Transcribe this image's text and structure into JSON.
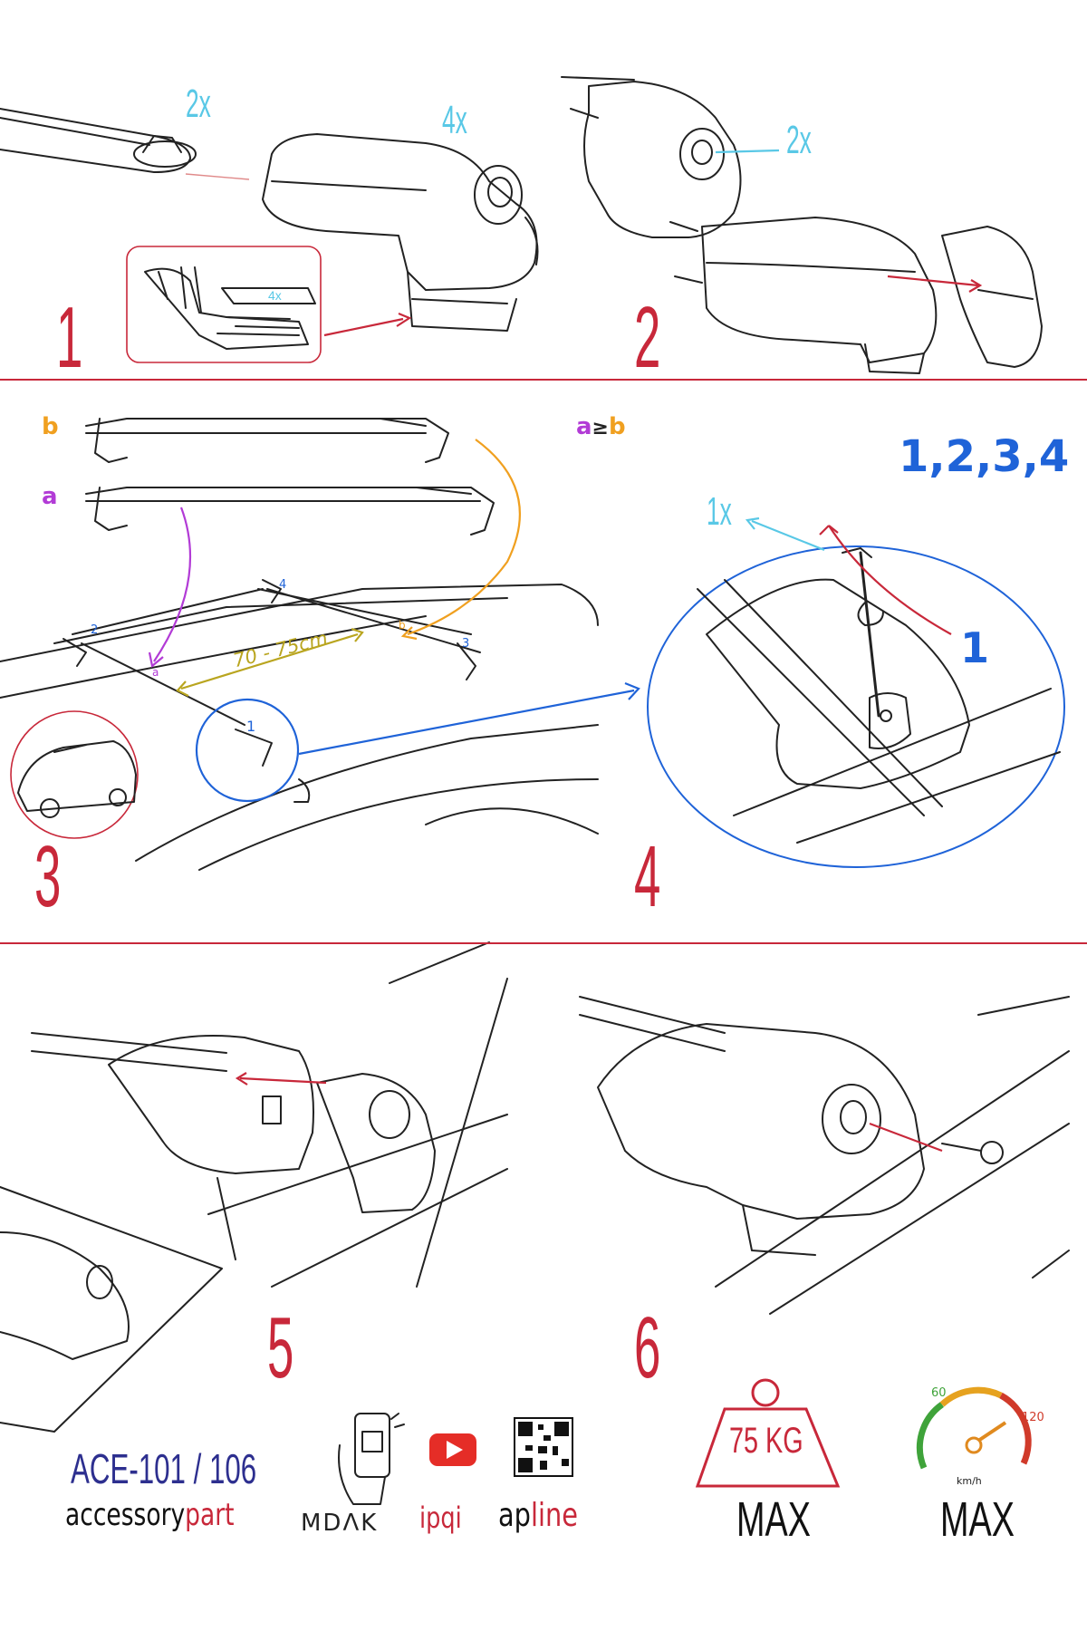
{
  "steps": {
    "s1": "1",
    "s2": "2",
    "s3": "3",
    "s4": "4",
    "s5": "5",
    "s6": "6"
  },
  "step1": {
    "bar_qty": "2x",
    "foot_qty": "4x",
    "pad_qty": "4x"
  },
  "step2": {
    "part_qty": "2x"
  },
  "step3": {
    "bar_b": "b",
    "bar_a": "a",
    "rule_a": "a",
    "rule_ge": "≥",
    "rule_b": "b",
    "distance": "70 - 75cm",
    "pos_1": "1",
    "pos_2": "2",
    "pos_3": "3",
    "pos_4": "4",
    "mark_a": "a",
    "mark_b": "b"
  },
  "step4": {
    "sequence": "1,2,3,4",
    "key_qty": "1x",
    "first": "1"
  },
  "footer": {
    "model": "ACE-101 / 106",
    "brand_accessory": "accessory",
    "brand_part": "part",
    "logo_mdak": "MDΛK",
    "logo_ipqi": "ipqi",
    "logo_ap": "ap",
    "logo_line": "line",
    "weight": "75 KG",
    "weight_max": "MAX",
    "speed_60": "60",
    "speed_120": "120",
    "speed_unit": "km/h",
    "speed_max": "MAX"
  },
  "colors": {
    "red": "#c8283a",
    "cyan": "#59c8e6",
    "blue": "#1f63d8",
    "purple": "#b23bd6",
    "orange": "#f0a020",
    "olive": "#b9a51f",
    "navy": "#2d2f8f"
  }
}
